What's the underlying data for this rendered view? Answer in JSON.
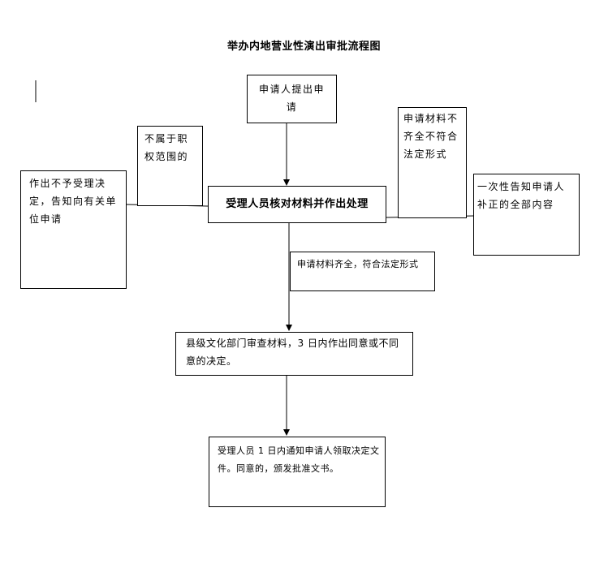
{
  "title": "举办内地营业性演出审批流程图",
  "nodes": {
    "apply": "申请人提出申请",
    "not_in_scope": "不属于职权范围的",
    "reject": "作出不予受理决定，告知向有关单位申请",
    "incomplete": "申请材料不齐全不符合法定形式",
    "notify_once": "一次性告知申请人补正的全部内容",
    "review": "受理人员核对材料并作出处理",
    "complete": "申请材料齐全，符合法定形式",
    "county_review": "县级文化部门审查材料，3 日内作出同意或不同意的决定。",
    "final": "受理人员 1 日内通知申请人领取决定文件。同意的，颁发批准文书。"
  },
  "colors": {
    "stroke": "#000000",
    "background": "#ffffff"
  }
}
